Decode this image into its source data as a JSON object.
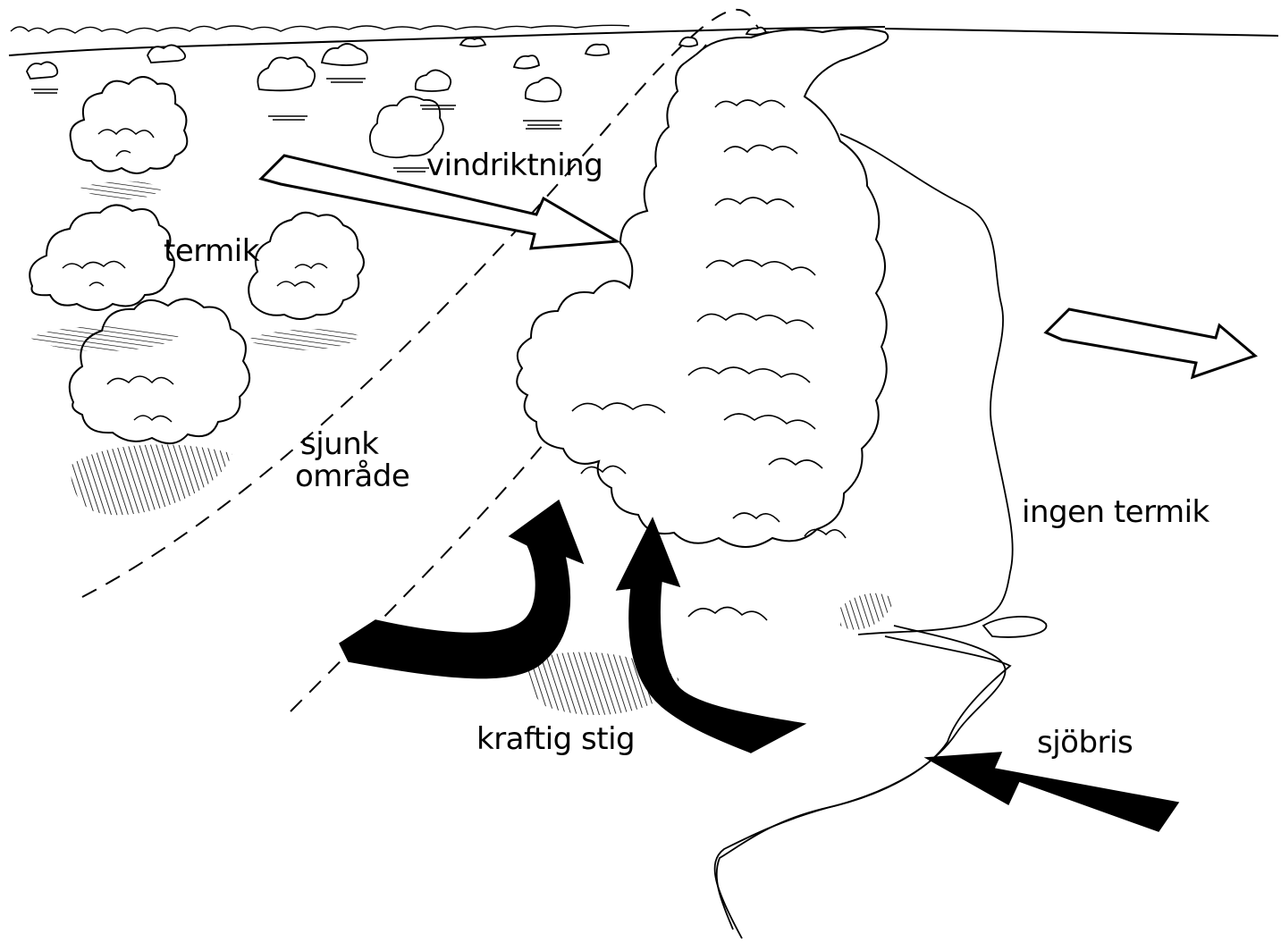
{
  "labels": {
    "wind_direction": "vindriktning",
    "thermal": "termik",
    "sink_area_line1": "sjunk",
    "sink_area_line2": "område",
    "strong_lift": "kraftig stig",
    "no_thermal": "ingen termik",
    "sea_breeze": "sjöbris"
  },
  "icons": {
    "wind_arrow": "outline-arrow",
    "wind_arrow_right": "outline-arrow",
    "lift_arrows": "solid-curved-arrow",
    "sea_breeze_arrow": "solid-arrow"
  },
  "colors": {
    "ink": "#000000",
    "paper": "#ffffff"
  }
}
